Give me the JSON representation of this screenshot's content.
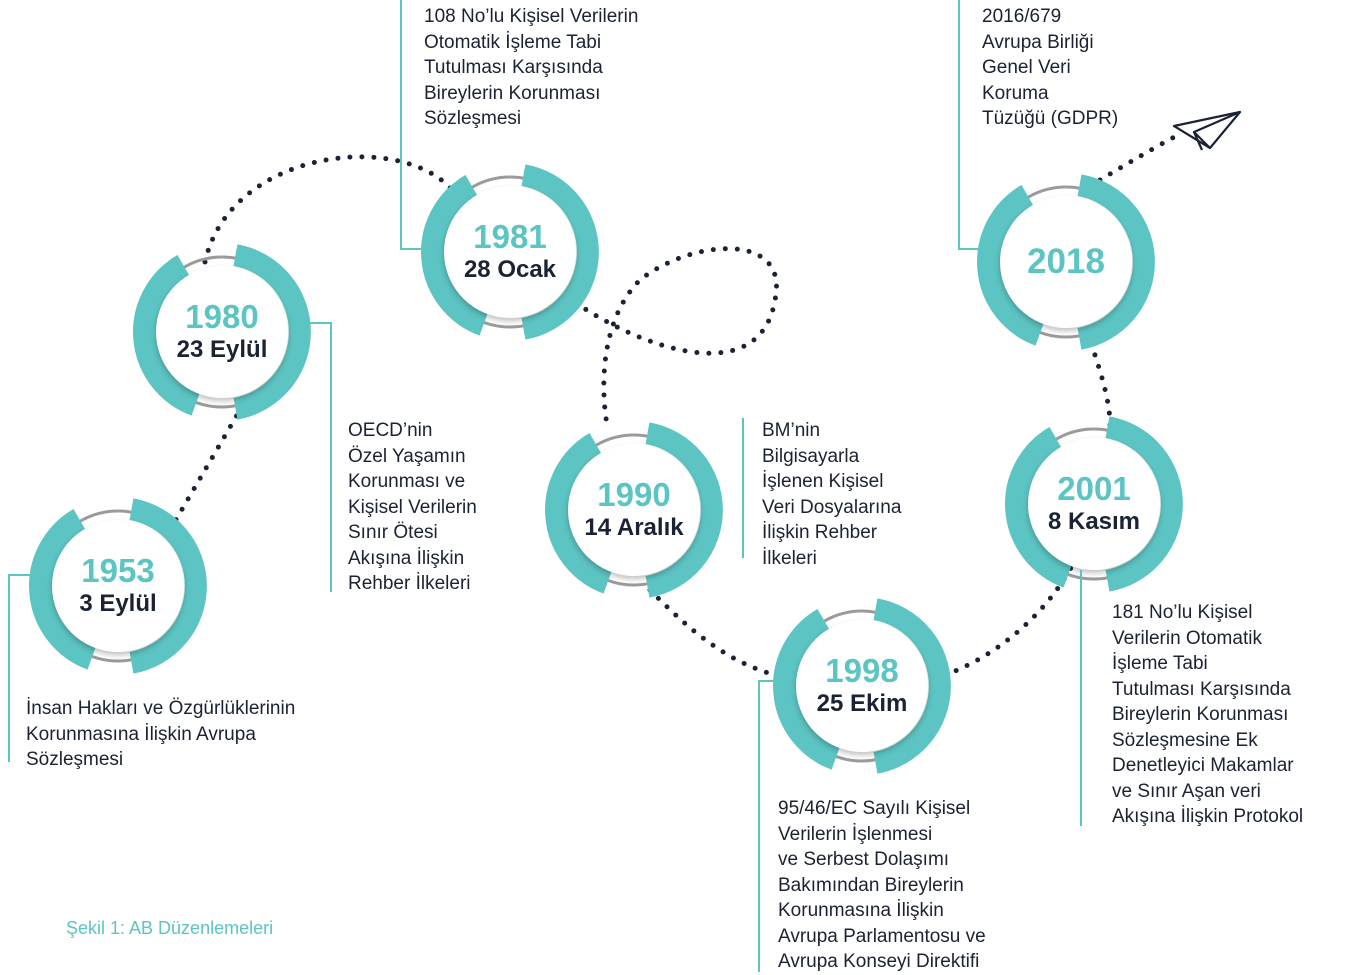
{
  "figure": {
    "caption": "Şekil 1: AB Düzenlemeleri",
    "colors": {
      "accent": "#5cc4c2",
      "ring_dark": "#9a9a9a",
      "text": "#1a2233",
      "dots": "#1a2233"
    },
    "icon": "paper-plane-icon"
  },
  "milestones": [
    {
      "year": "1953",
      "date": "3 Eylül",
      "description": "İnsan Hakları ve Özgürlüklerinin\nKorunmasına İlişkin Avrupa\nSözleşmesi"
    },
    {
      "year": "1980",
      "date": "23 Eylül",
      "description": "OECD’nin\nÖzel Yaşamın\nKorunması ve\nKişisel Verilerin\nSınır Ötesi\nAkışına İlişkin\nRehber İlkeleri"
    },
    {
      "year": "1981",
      "date": "28 Ocak",
      "description": "108 No’lu Kişisel Verilerin\nOtomatik İşleme Tabi\nTutulması Karşısında\nBireylerin Korunması\nSözleşmesi"
    },
    {
      "year": "1990",
      "date": "14 Aralık",
      "description": "BM’nin\nBilgisayarla\nİşlenen Kişisel\nVeri Dosyalarına\nİlişkin Rehber\nİlkeleri"
    },
    {
      "year": "1998",
      "date": "25 Ekim",
      "description": "95/46/EC Sayılı Kişisel\nVerilerin İşlenmesi\nve Serbest Dolaşımı\nBakımından Bireylerin\nKorunmasına İlişkin\nAvrupa Parlamentosu ve\nAvrupa Konseyi Direktifi"
    },
    {
      "year": "2001",
      "date": "8 Kasım",
      "description": "181 No’lu Kişisel\nVerilerin Otomatik\nİşleme Tabi\nTutulması Karşısında\nBireylerin Korunması\nSözleşmesine Ek\nDenetleyici Makamlar\nve Sınır Aşan veri\nAkışına İlişkin Protokol"
    },
    {
      "year": "2018",
      "date": "",
      "description": "2016/679\nAvrupa Birliği\nGenel Veri\nKoruma\nTüzüğü (GDPR)"
    }
  ]
}
